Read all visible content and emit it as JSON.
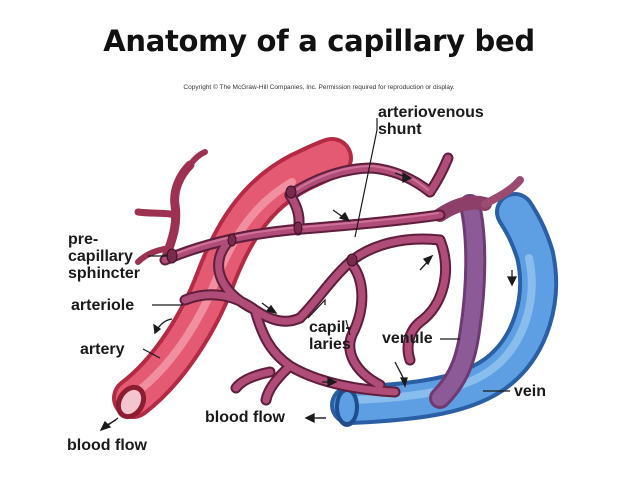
{
  "slide": {
    "title": "Anatomy of a capillary bed",
    "copyright": "Copyright © The McGraw-Hill Companies, Inc. Permission required for reproduction or display."
  },
  "labels": {
    "av_shunt_line1": "arteriovenous",
    "av_shunt_line2": "shunt",
    "precap_line1": "pre-",
    "precap_line2": "capillary",
    "precap_line3": "sphincter",
    "arteriole": "arteriole",
    "artery": "artery",
    "blood_flow_left": "blood flow",
    "capillaries_line1": "capil-",
    "capillaries_line2": "laries",
    "venule": "venule",
    "blood_flow_right": "blood flow",
    "vein": "vein"
  },
  "colors": {
    "artery": "#e0506a",
    "artery_dark": "#b82c44",
    "vein": "#4a8fd6",
    "vein_dark": "#2a62a8",
    "capillary": "#a8436a",
    "capillary_dark": "#6e2444"
  }
}
